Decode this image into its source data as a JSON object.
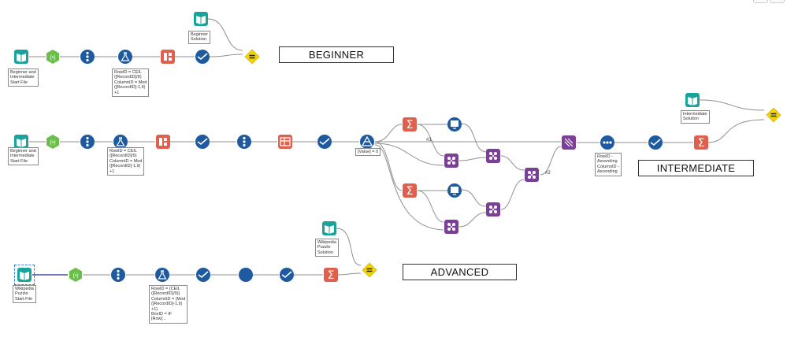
{
  "canvas": {
    "sections": {
      "beginner": "BEGINNER",
      "intermediate": "INTERMEDIATE",
      "advanced": "ADVANCED"
    },
    "annotations": {
      "beg_input": "Beginner and\nIntermediate\nStart File",
      "beg_solution": "Beginner\nSolution",
      "beg_formula": "RowID = CEIL\n([RecordID]/9)\nColumnID = Mod\n([RecordID]-1,9)\n+1",
      "int_input": "Beginner and\nIntermediate\nStart File",
      "int_formula": "RowID = CEIL\n([RecordID]/9)\nColumnID = Mod\n([RecordID]-1,9)\n+1",
      "int_filter": "[Value] = 0",
      "int_sort": "RowID -\nAscending\nColumnID -\nAscending",
      "int_solution": "Intermediate\nSolution",
      "adv_input": "Wikipedia\nPuzzle\nStart File",
      "adv_solution": "Wikipedia\nPuzzle\nSolution",
      "adv_formula": "RowID = (CEIL\n([RecordID]/9))\nColumnID = (Mod\n([RecordID]-1,9)\n+1)\nBoxID = IF\n[Row]..."
    },
    "badges": {
      "b1": "#1",
      "b2": "#2"
    },
    "colors": {
      "input": "#1aa39a",
      "prep": "#1e5aa0",
      "formula": "#1e5aa0",
      "transform": "#e0604e",
      "join": "#7b3f98",
      "compare": "#f2d400",
      "anchor": "#6abf4b",
      "wire": "#8f8f8f"
    }
  }
}
